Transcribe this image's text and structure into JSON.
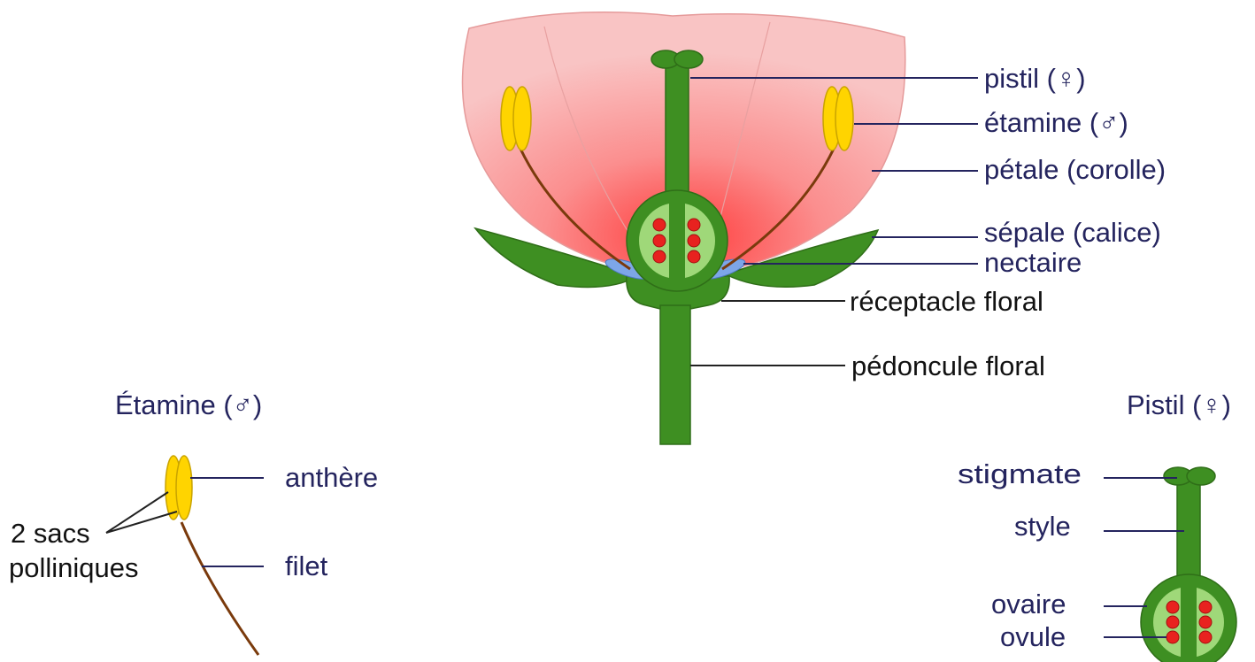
{
  "flower": {
    "labels": {
      "pistil": "pistil (♀)",
      "etamine": "étamine (♂)",
      "petale": "pétale (corolle)",
      "sepale": "sépale (calice)",
      "nectaire": "nectaire",
      "receptacle": "réceptacle floral",
      "pedoncule": "pédoncule floral"
    }
  },
  "stamen_detail": {
    "title": "Étamine (♂)",
    "labels": {
      "anthere": "anthère",
      "filet": "filet",
      "sacs_line1": "2 sacs",
      "sacs_line2": "polliniques"
    }
  },
  "pistil_detail": {
    "title": "Pistil (♀)",
    "labels": {
      "stigmate": "stigmate",
      "style": "style",
      "ovaire": "ovaire",
      "ovule": "ovule"
    }
  },
  "colors": {
    "petal": "#f7b8b8",
    "petal_center": "#ff4a4a",
    "stem_green": "#3a8a1c",
    "ovary_light": "#9fd879",
    "ovule_red": "#e8221f",
    "anther_yellow": "#ffd400",
    "nectary_blue": "#7da6e8",
    "filament_brown": "#7a3a0c",
    "label_blue": "#24245e"
  }
}
